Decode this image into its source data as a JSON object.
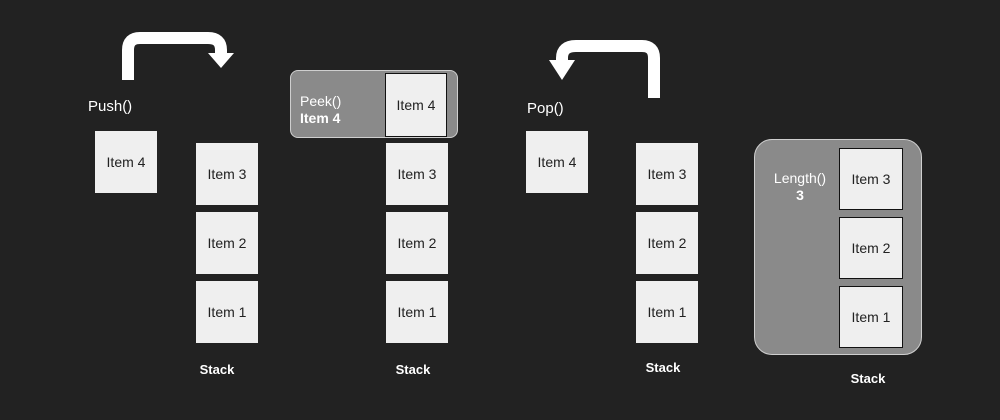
{
  "push": {
    "label": "Push()",
    "incoming_item": "Item 4",
    "stack": [
      "Item 3",
      "Item 2",
      "Item 1"
    ],
    "stack_label": "Stack"
  },
  "peek": {
    "label": "Peek()",
    "result": "Item 4",
    "top_item": "Item 4",
    "stack": [
      "Item 3",
      "Item 2",
      "Item 1"
    ],
    "stack_label": "Stack"
  },
  "pop": {
    "label": "Pop()",
    "outgoing_item": "Item 4",
    "stack": [
      "Item 3",
      "Item 2",
      "Item 1"
    ],
    "stack_label": "Stack"
  },
  "length": {
    "label": "Length()",
    "result": "3",
    "stack": [
      "Item 3",
      "Item 2",
      "Item 1"
    ],
    "stack_label": "Stack"
  },
  "colors": {
    "background": "#222222",
    "box": "#efefef",
    "panel": "#8a8a8a",
    "arrow": "#ffffff"
  }
}
